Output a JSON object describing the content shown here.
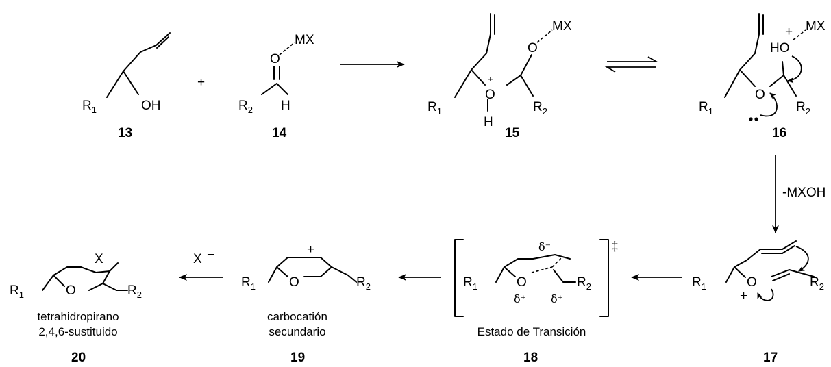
{
  "compounds": {
    "c13": {
      "number": "13",
      "r_group": "R",
      "r_sub": "1",
      "oh": "OH"
    },
    "c14": {
      "number": "14",
      "r_group": "R",
      "r_sub": "2",
      "o": "O",
      "h": "H",
      "mx": "MX",
      "plus": "+"
    },
    "c15": {
      "number": "15",
      "r1": "R",
      "r1_sub": "1",
      "r2": "R",
      "r2_sub": "2",
      "o": "O",
      "o2": "O",
      "h": "H",
      "plus": "+",
      "mx": "MX"
    },
    "c16": {
      "number": "16",
      "r1": "R",
      "r1_sub": "1",
      "r2": "R",
      "r2_sub": "2",
      "o": "O",
      "ho": "HO",
      "plus": "+",
      "mx": "MX"
    },
    "c17": {
      "number": "17",
      "r1": "R",
      "r1_sub": "1",
      "r2": "R",
      "r2_sub": "2",
      "o": "O",
      "plus": "+"
    },
    "c18": {
      "number": "18",
      "r1": "R",
      "r1_sub": "1",
      "r2": "R",
      "r2_sub": "2",
      "o": "O",
      "delta_minus": "δ⁻",
      "delta_plus_1": "δ⁺",
      "delta_plus_2": "δ⁺",
      "dagger": "‡",
      "caption": "Estado de Transición"
    },
    "c19": {
      "number": "19",
      "r1": "R",
      "r1_sub": "1",
      "r2": "R",
      "r2_sub": "2",
      "o": "O",
      "plus": "+",
      "caption_line1": "carbocatión",
      "caption_line2": "secundario"
    },
    "c20": {
      "number": "20",
      "r1": "R",
      "r1_sub": "1",
      "r2": "R",
      "r2_sub": "2",
      "o": "O",
      "x": "X",
      "caption_line1": "tetrahidropirano",
      "caption_line2": "2,4,6-sustituido"
    }
  },
  "reagents": {
    "step_16_17": "-MXOH",
    "step_19_20": "X",
    "step_19_20_charge": "−"
  }
}
